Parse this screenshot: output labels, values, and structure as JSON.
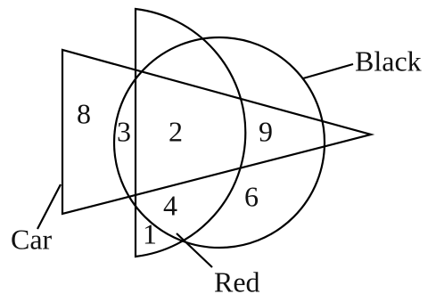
{
  "sets": {
    "car": "Car",
    "black": "Black",
    "red": "Red"
  },
  "regions": [
    {
      "id": "car-only",
      "value": "8"
    },
    {
      "id": "car-red",
      "value": "3"
    },
    {
      "id": "car-red-black",
      "value": "2"
    },
    {
      "id": "car-black",
      "value": "9"
    },
    {
      "id": "red-black",
      "value": "4"
    },
    {
      "id": "black-only",
      "value": "6"
    },
    {
      "id": "red-only",
      "value": "1"
    }
  ],
  "colors": {
    "stroke": "#000000",
    "text": "#111111",
    "background": "#ffffff"
  }
}
